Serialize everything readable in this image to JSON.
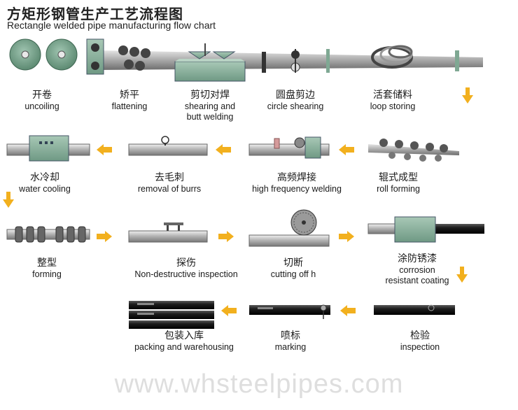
{
  "header": {
    "title_cn": "方矩形钢管生产工艺流程图",
    "title_en": "Rectangle welded pipe manufacturing flow chart"
  },
  "steps": [
    {
      "cn": "开卷",
      "en": "uncoiling"
    },
    {
      "cn": "矫平",
      "en": "flattening"
    },
    {
      "cn": "剪切对焊",
      "en": "shearing and",
      "en2": "butt welding"
    },
    {
      "cn": "圆盘剪边",
      "en": "circle shearing"
    },
    {
      "cn": "活套储料",
      "en": "loop storing"
    },
    {
      "cn": "水冷却",
      "en": "water cooling"
    },
    {
      "cn": "去毛刺",
      "en": "removal of burrs"
    },
    {
      "cn": "高频焊接",
      "en": "high frequency welding"
    },
    {
      "cn": "辊式成型",
      "en": "roll forming"
    },
    {
      "cn": "整型",
      "en": "forming"
    },
    {
      "cn": "探伤",
      "en": "Non-destructive inspection"
    },
    {
      "cn": "切断",
      "en": "cutting off h"
    },
    {
      "cn": "涂防锈漆",
      "en": "corrosion",
      "en2": "resistant coating"
    },
    {
      "cn": "包装入库",
      "en": "packing and warehousing"
    },
    {
      "cn": "喷标",
      "en": "marking"
    },
    {
      "cn": "检验",
      "en": "inspection"
    }
  ],
  "watermark": "www.whsteelpipes.com",
  "colors": {
    "arrow": "#f2b01e",
    "machine": "#7fa893",
    "steel": "#9a9a9a",
    "pipe_dark": "#1c1c1c"
  }
}
